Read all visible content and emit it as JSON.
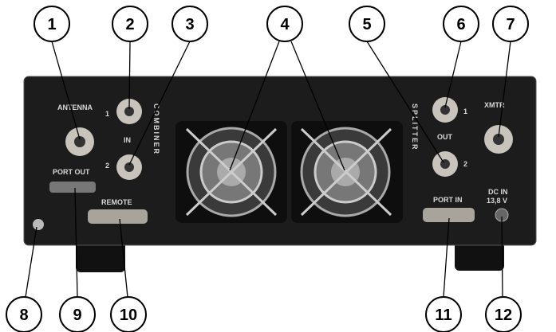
{
  "panel_labels": {
    "antenna": "ANTENNA",
    "port_out": "PORT OUT",
    "combiner": "COMBINER",
    "in": "IN",
    "in_1": "1",
    "in_2": "2",
    "splitter": "SPLITTER",
    "out": "OUT",
    "out_1": "1",
    "out_2": "2",
    "xmtr": "XMTR",
    "remote": "REMOTE",
    "port_in": "PORT IN",
    "dc_in": "DC IN",
    "dc_voltage": "13,8 V"
  },
  "callouts": [
    "1",
    "2",
    "3",
    "4",
    "5",
    "6",
    "7",
    "8",
    "9",
    "10",
    "11",
    "12"
  ],
  "colors": {
    "panel": "#1c1c1c",
    "label": "#d8d8d8",
    "connector": "#c8c4bc"
  }
}
